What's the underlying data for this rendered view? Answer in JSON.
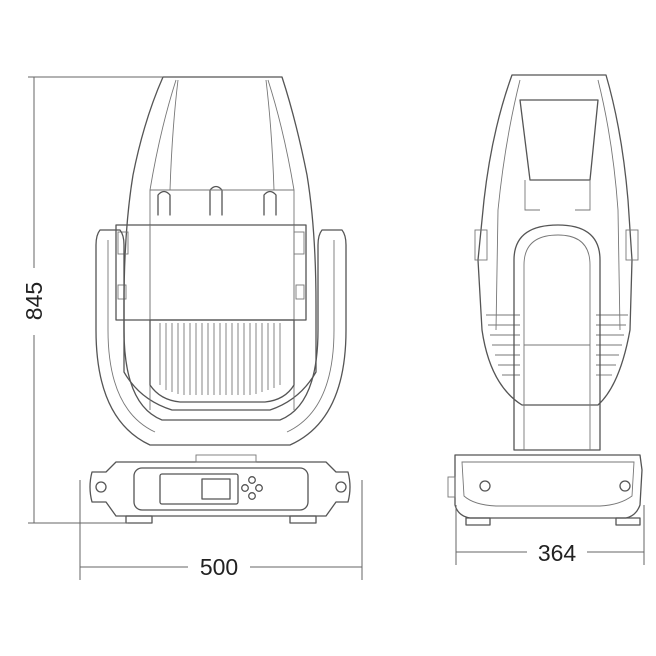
{
  "dimensions": {
    "height_label": "845",
    "front_width_label": "500",
    "side_width_label": "364"
  },
  "views": [
    "front-view",
    "side-view"
  ]
}
